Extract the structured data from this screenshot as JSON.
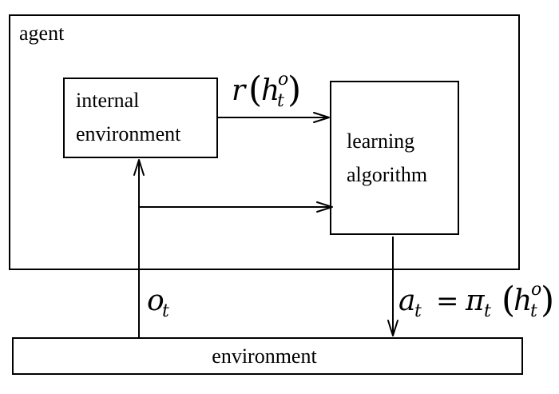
{
  "labels": {
    "agent": "agent",
    "internal_env_line1": "internal",
    "internal_env_line2": "environment",
    "learning_line1": "learning",
    "learning_line2": "algorithm",
    "environment": "environment"
  },
  "math": {
    "reward": {
      "func": "r",
      "lparen": "(",
      "var": "h",
      "sup": "o",
      "sub": "t",
      "rparen": ")"
    },
    "observation": {
      "var": "o",
      "sub": "t"
    },
    "action": {
      "var": "a",
      "sub": "t",
      "eq": "=",
      "policy": "π",
      "policy_sub": "t",
      "lparen": "(",
      "arg": "h",
      "arg_sup": "o",
      "arg_sub": "t",
      "rparen": ")"
    }
  }
}
